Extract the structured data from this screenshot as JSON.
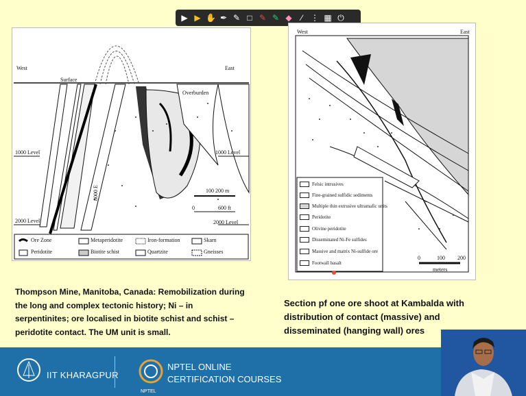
{
  "toolbar": {
    "tools": [
      "pointer-icon",
      "arrow-icon",
      "hand-icon",
      "pen-icon",
      "marker-icon",
      "box-icon",
      "pencil-icon",
      "highlighter-icon",
      "eraser-icon",
      "line-icon",
      "dot-icon",
      "grid-icon",
      "power-icon"
    ]
  },
  "left_figure": {
    "west": "West",
    "east": "East",
    "surface": "Surface",
    "overburden": "Overburden",
    "level_1000_left": "1000 Level",
    "level_1000_right": "1000 Level",
    "level_2000_left": "2000 Level",
    "level_2000_right": "2000 Level",
    "scale_m": "100    200 m",
    "scale_zero": "0",
    "scale_ft": "600 ft",
    "easting": "8000 E",
    "legend": [
      "Ore Zone",
      "Metaperidotite",
      "Iron-formation",
      "Skarn",
      "Peridotite",
      "Biotite schist",
      "Quartzite",
      "Gneisses"
    ]
  },
  "right_figure": {
    "west": "West",
    "east": "East",
    "legend": [
      "Felsic intrusives",
      "Fine-grained sulfidic sediments",
      "Multiple thin extrusive ultramafic units",
      "Peridotite",
      "Olivine peridotite",
      "Disseminated Ni-Fe sulfides",
      "Massive and matrix Ni-sulfide ore",
      "Footwall basalt"
    ],
    "scale_ticks": [
      "0",
      "100",
      "200"
    ],
    "scale_unit": "meters"
  },
  "captions": {
    "left": "Thompson Mine, Manitoba, Canada: Remobilization during the long and complex tectonic history; Ni – in serpentinites; ore localised in biotite schist and schist – peridotite contact. The UM unit is small.",
    "right": "Section pf one ore shoot at Kambalda with distribution of contact (massive) and disseminated (hanging wall) ores"
  },
  "footer": {
    "iit": "IIT KHARAGPUR",
    "nptel_line1": "NPTEL ONLINE",
    "nptel_line2": "CERTIFICATION COURSES",
    "nptel_small": "NPTEL"
  },
  "colors": {
    "slide_bg": "#ffffcc",
    "footer_bg": "#1f6fa8",
    "footer_stripe": "#c0392b"
  }
}
